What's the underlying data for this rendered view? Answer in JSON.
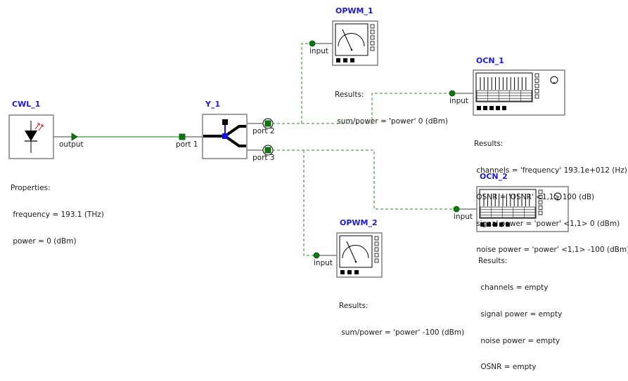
{
  "diagram": {
    "colors": {
      "title_text": "#1a1adc",
      "optical_link": "#7fbf7f",
      "dashed_link": "#5aa05a",
      "port_fill": "#0b7a0b",
      "component_border": "#808080",
      "laser_arrows": "#d01010",
      "splitter_junction": "#1010e0"
    },
    "components": {
      "cwl": {
        "title": "CWL_1",
        "icon": "laser-diode-icon",
        "port_label": "output",
        "props_header": "Properties:",
        "props": [
          " frequency = 193.1 (THz)",
          " power = 0 (dBm)"
        ]
      },
      "splitter": {
        "title": "Y_1",
        "icon": "y-splitter-icon",
        "port_in": "port 1",
        "port_out1": "port 2",
        "port_out2": "port 3"
      },
      "opwm1": {
        "title": "OPWM_1",
        "icon": "power-meter-icon",
        "port_label": "input",
        "results_header": "Results:",
        "results": [
          " sum/power = 'power' 0 (dBm)"
        ]
      },
      "opwm2": {
        "title": "OPWM_2",
        "icon": "power-meter-icon",
        "port_label": "input",
        "results_header": "Results:",
        "results": [
          " sum/power = 'power' -100 (dBm)"
        ]
      },
      "ocn1": {
        "title": "OCN_1",
        "icon": "channel-analyzer-icon",
        "port_label": "input",
        "results_header": "Results:",
        "results": [
          " channels = 'frequency' 193.1e+012 (Hz)",
          " OSNR = 'OSNR' <1,1> 100 (dB)",
          " signal power = 'power' <1,1> 0 (dBm)",
          " noise power = 'power' <1,1> -100 (dBm)"
        ]
      },
      "ocn2": {
        "title": "OCN_2",
        "icon": "channel-analyzer-icon",
        "port_label": "input",
        "results_header": "Results:",
        "results": [
          " channels = empty",
          " signal power = empty",
          " noise power = empty",
          " OSNR = empty"
        ]
      }
    }
  }
}
